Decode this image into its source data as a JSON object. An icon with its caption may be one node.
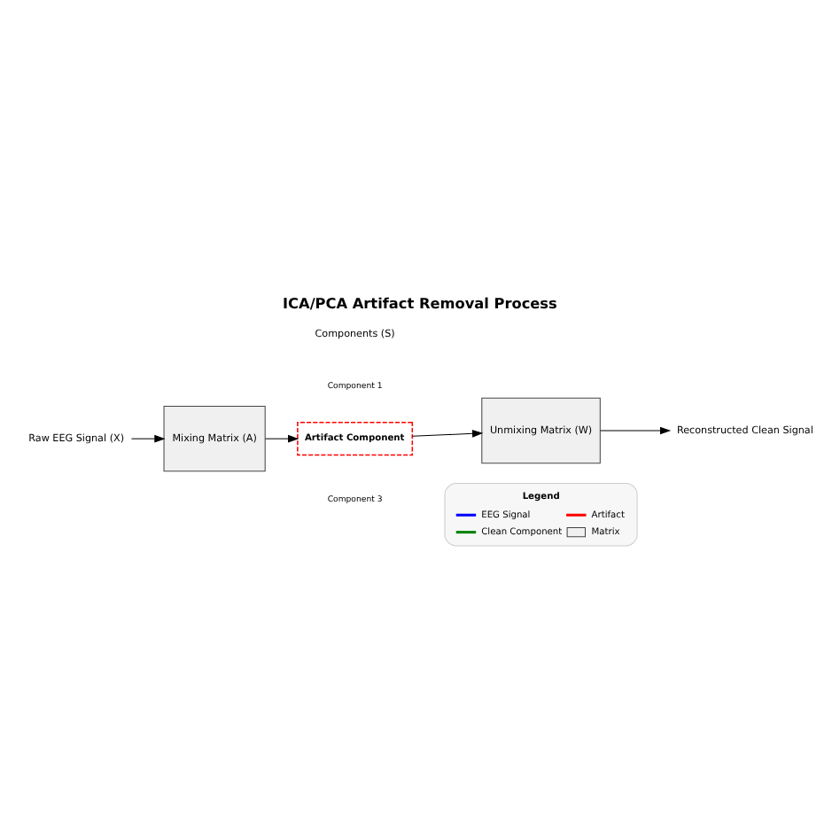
{
  "diagram": {
    "title": "ICA/PCA Artifact Removal Process",
    "nodes": [
      {
        "text": [
          "Raw EEG Signal (X)"
        ]
      },
      {
        "text": [
          "Mixing Matrix (A)"
        ]
      },
      {
        "text": [
          "Component 1"
        ]
      },
      {
        "text": [
          "Artifact Component"
        ]
      },
      {
        "text": [
          "Component 3"
        ]
      },
      {
        "text": [
          "Unmixing Matrix (W)"
        ]
      },
      {
        "text": [
          "Reconstructed Clean Signal"
        ]
      }
    ],
    "edges": [
      {
        "from": 0,
        "to": 1,
        "arrow": "to"
      },
      {
        "from": 1,
        "to": 3,
        "arrow": "to"
      },
      {
        "from": 3,
        "to": 5,
        "arrow": "to"
      },
      {
        "from": 5,
        "to": 6,
        "arrow": "to"
      }
    ],
    "labels": [
      "Components (S)",
      "Legend"
    ],
    "legend": [
      {
        "text": "EEG Signal",
        "color": "#0000ff"
      },
      {
        "text": "Artifact",
        "color": "#ff0000"
      },
      {
        "text": "Clean Component",
        "color": "#008000"
      },
      {
        "text": "Matrix"
      }
    ]
  }
}
